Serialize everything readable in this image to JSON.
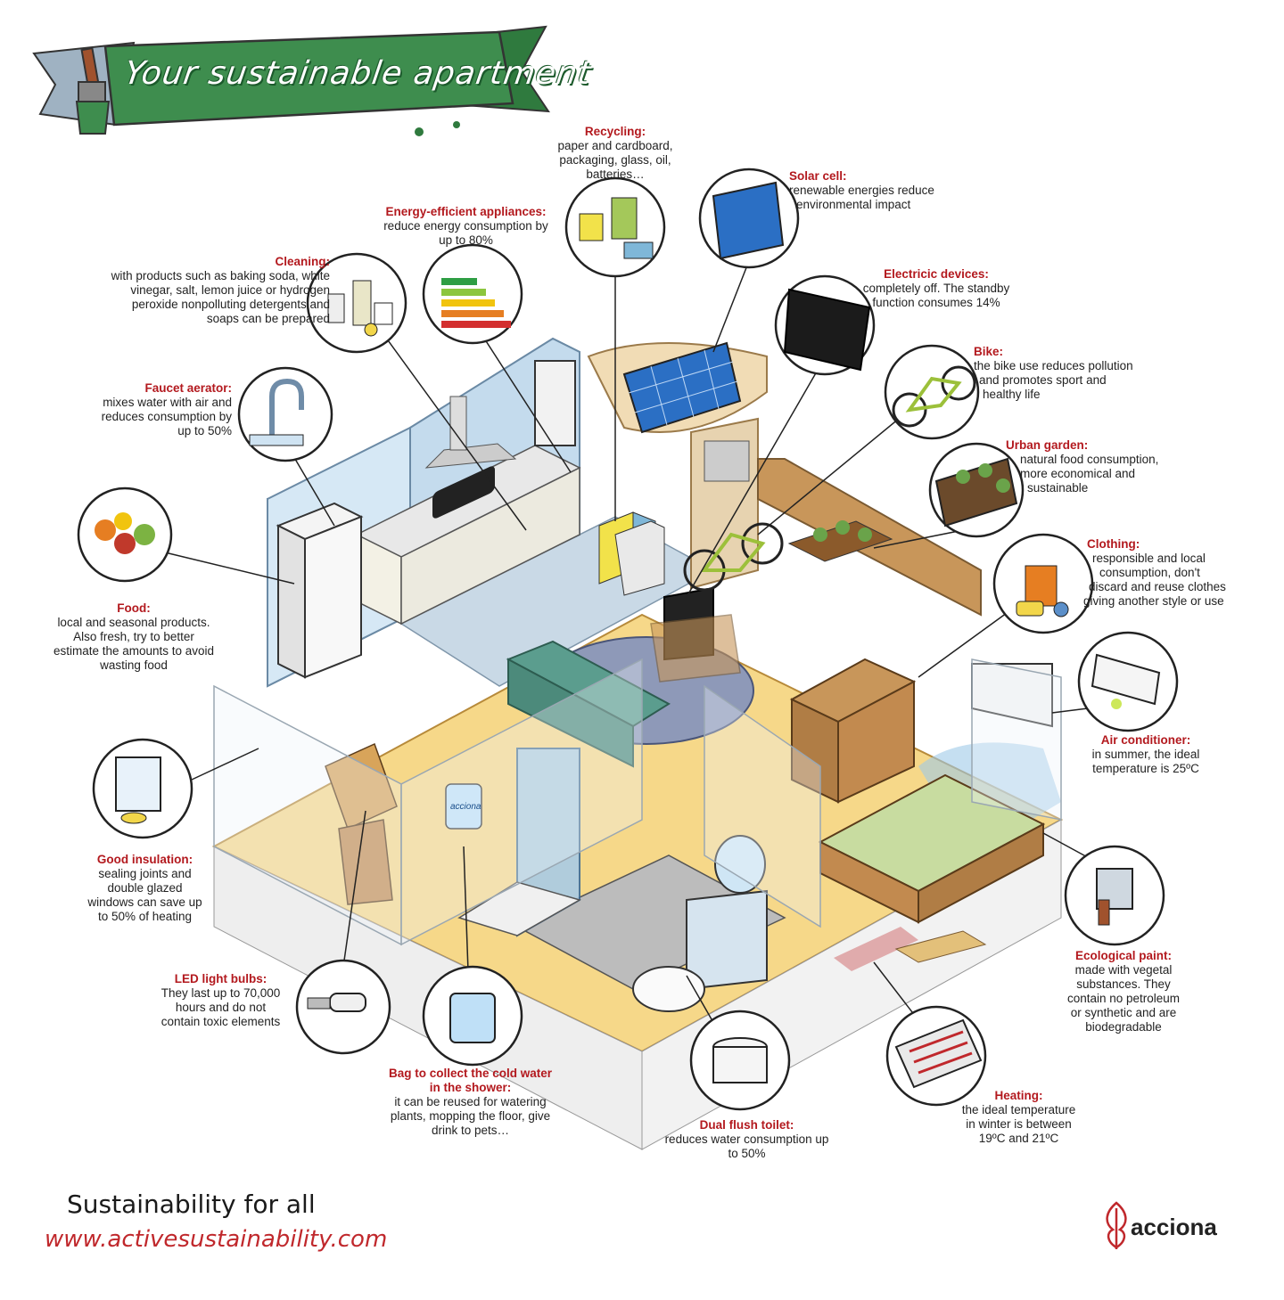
{
  "title": "Your sustainable apartment",
  "colors": {
    "accent_red": "#b3191e",
    "banner_green": "#3e8d4e",
    "banner_grey": "#9fb2c2",
    "brand_red": "#c0282c"
  },
  "icons": [
    "paintbrush-icon",
    "recycling-bins-icon",
    "solar-panel-icon",
    "energy-label-icon",
    "cleaning-products-icon",
    "tv-screen-icon",
    "bike-icon",
    "faucet-icon",
    "urban-garden-icon",
    "food-basket-icon",
    "clothing-icon",
    "air-conditioner-icon",
    "window-insulation-icon",
    "paint-bucket-icon",
    "led-bulb-icon",
    "shower-bag-icon",
    "toilet-icon",
    "floor-heating-icon",
    "acciona-logo-icon"
  ],
  "callouts": {
    "recycling": {
      "title": "Recycling:",
      "desc": [
        "paper and cardboard,",
        "packaging, glass, oil,",
        "batteries…"
      ]
    },
    "solar": {
      "title": "Solar cell:",
      "desc": [
        "renewable energies reduce",
        "environmental impact"
      ]
    },
    "energy": {
      "title": "Energy-efficient appliances:",
      "desc": [
        "reduce energy consumption by",
        "up to 80%"
      ]
    },
    "cleaning": {
      "title": "Cleaning:",
      "desc": [
        "with products such as baking soda, white",
        "vinegar, salt, lemon juice or hydrogen",
        "peroxide nonpolluting detergents and",
        "soaps can be prepared"
      ]
    },
    "electric": {
      "title": "Electricic devices:",
      "desc": [
        "completely off. The standby",
        "function consumes 14%"
      ]
    },
    "bike": {
      "title": "Bike:",
      "desc": [
        "the bike use reduces pollution",
        "and promotes sport and",
        "healthy life"
      ]
    },
    "faucet": {
      "title": "Faucet aerator:",
      "desc": [
        "mixes water with air and",
        "reduces consumption by",
        "up to 50%"
      ]
    },
    "garden": {
      "title": "Urban garden:",
      "desc": [
        "natural food consumption,",
        "more economical and",
        "sustainable"
      ]
    },
    "clothing": {
      "title": "Clothing:",
      "desc": [
        "responsible and local",
        "consumption, don't",
        "discard and reuse clothes",
        "giving another style or use"
      ]
    },
    "food": {
      "title": "Food:",
      "desc": [
        "local and seasonal products.",
        "Also fresh, try to better",
        "estimate the amounts to avoid",
        "wasting food"
      ]
    },
    "aircon": {
      "title": "Air conditioner:",
      "desc": [
        "in summer, the ideal",
        "temperature is 25ºC"
      ]
    },
    "insulation": {
      "title": "Good insulation:",
      "desc": [
        "sealing joints and",
        "double glazed",
        "windows can save up",
        "to 50% of heating"
      ]
    },
    "paint": {
      "title": "Ecological paint:",
      "desc": [
        "made with vegetal",
        "substances. They",
        "contain no petroleum",
        "or synthetic and are",
        "biodegradable"
      ]
    },
    "led": {
      "title": "LED light bulbs:",
      "desc": [
        "They last up to 70,000",
        "hours and do not",
        "contain toxic elements"
      ]
    },
    "bag": {
      "title": [
        "Bag to collect the cold water",
        "in the shower:"
      ],
      "desc": [
        "it can be reused for watering",
        "plants, mopping the floor, give",
        "drink to pets…"
      ]
    },
    "toilet": {
      "title": "Dual flush toilet:",
      "desc": [
        "reduces water consumption up",
        "to 50%"
      ]
    },
    "heating": {
      "title": "Heating:",
      "desc": [
        "the ideal temperature",
        "in winter is between",
        "19ºC and 21ºC"
      ]
    }
  },
  "bag_label": "acciona",
  "footer": {
    "tagline": "Sustainability for all",
    "url": "www.activesustainability.com",
    "brand": "acciona"
  }
}
